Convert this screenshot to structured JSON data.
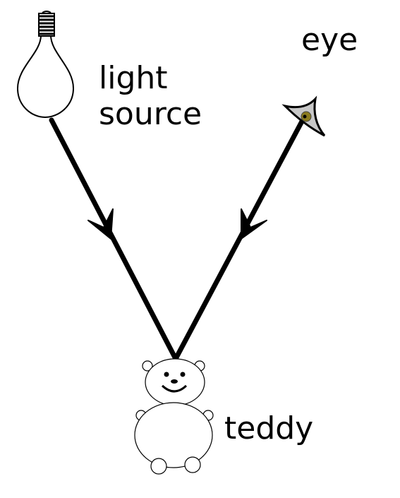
{
  "labels": {
    "light_source_line1": "light",
    "light_source_line2": "source",
    "eye": "eye",
    "teddy": "teddy"
  },
  "icons": [
    "light-bulb-icon",
    "eye-icon",
    "teddy-bear-icon"
  ],
  "colors": {
    "ink": "#000000",
    "eye_iris": "#8a7a1e",
    "eye_white": "#c8c8c8"
  }
}
